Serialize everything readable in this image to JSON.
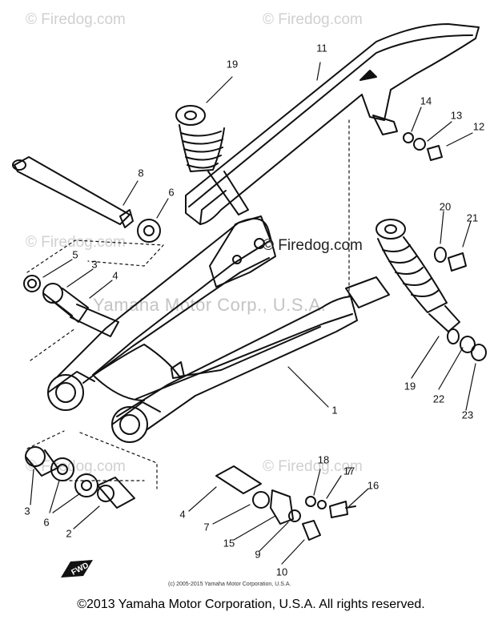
{
  "watermarks": {
    "site": "© Firedog.com",
    "center": "© Firedog.com",
    "manufacturer": "Yamaha Motor Corp., U.S.A."
  },
  "callouts": [
    "1",
    "2",
    "3",
    "4",
    "6",
    "7",
    "8",
    "9",
    "10",
    "11",
    "12",
    "13",
    "14",
    "15",
    "16",
    "17",
    "18",
    "19",
    "20",
    "21",
    "22",
    "23"
  ],
  "labels": {
    "n1": "1",
    "n2": "2",
    "n3a": "3",
    "n3b": "3",
    "n4a": "4",
    "n4b": "4",
    "n5": "5",
    "n6a": "6",
    "n6b": "6",
    "n7": "7",
    "n8": "8",
    "n9": "9",
    "n10": "10",
    "n11": "11",
    "n12": "12",
    "n13": "13",
    "n14": "14",
    "n15": "15",
    "n16": "16",
    "n17": "17",
    "n18": "18",
    "n19a": "19",
    "n19b": "19",
    "n20": "20",
    "n21": "21",
    "n22": "22",
    "n23": "23"
  },
  "fwd_mark": "FWD",
  "small_copyright": "(c) 2005-2015 Yamaha Motor Corporation, U.S.A.",
  "footer": "©2013 Yamaha Motor Corporation, U.S.A. All rights reserved."
}
